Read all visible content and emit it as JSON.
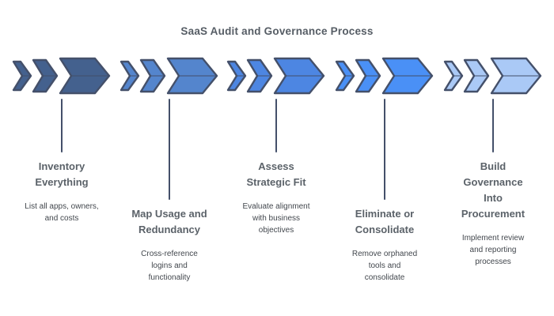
{
  "title": "SaaS Audit and Governance Process",
  "outline_color": "#44506a",
  "stages": [
    {
      "heading_lines": [
        "Inventory",
        "Everything"
      ],
      "subtitle_lines": [
        "List all apps, owners,",
        "and costs"
      ],
      "color": "#44618e",
      "connector": "short"
    },
    {
      "heading_lines": [
        "Map Usage and",
        "Redundancy"
      ],
      "subtitle_lines": [
        "Cross-reference",
        "logins and",
        "functionality"
      ],
      "color": "#5485cd",
      "connector": "long"
    },
    {
      "heading_lines": [
        "Assess",
        "Strategic Fit"
      ],
      "subtitle_lines": [
        "Evaluate alignment",
        "with business",
        "objectives"
      ],
      "color": "#4d86e2",
      "connector": "short"
    },
    {
      "heading_lines": [
        "Eliminate or",
        "Consolidate"
      ],
      "subtitle_lines": [
        "Remove orphaned",
        "tools and",
        "consolidate"
      ],
      "color": "#4a90f6",
      "connector": "long"
    },
    {
      "heading_lines": [
        "Build",
        "Governance",
        "Into",
        "Procurement"
      ],
      "subtitle_lines": [
        "Implement review",
        "and reporting",
        "processes"
      ],
      "color": "#aac9f6",
      "connector": "short"
    }
  ]
}
